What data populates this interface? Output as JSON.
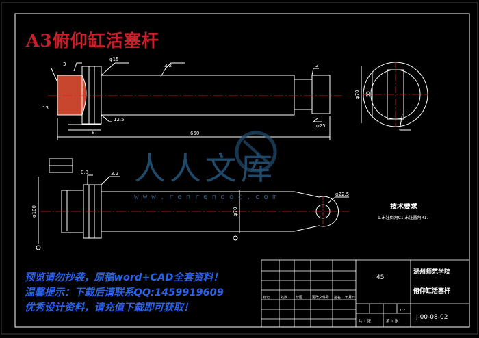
{
  "drawing": {
    "title": "A3俯仰缸活塞杆",
    "watermark": "人人文库",
    "watermark_url": "www.renrendoc.com",
    "dims": {
      "d650": "650",
      "phi15": "φ15",
      "phi70": "φ70",
      "d55": "55",
      "phi100": "φ100",
      "phi70b": "φ70",
      "phi25": "φ25",
      "phi225": "φ22.5",
      "d13": "13",
      "d8": "8",
      "d3": "3",
      "d32": "3.2",
      "d08": "0.8",
      "d125": "12.5",
      "d2": "2"
    },
    "tech": {
      "heading": "技术要求",
      "note": "1.未注倒角C1,未注圆角R1."
    },
    "title_block": {
      "school": "湖州师范学院",
      "part_name": "俯仰缸活塞杆",
      "material": "45",
      "drawing_no": "J-00-08-02",
      "sheet": "第 1 张",
      "sheets_total": "共 1 张",
      "scale": "1:2",
      "header_cells": [
        "标记",
        "处数",
        "分区",
        "更改文件号",
        "签名",
        "年月日"
      ]
    }
  },
  "promo": {
    "line1": "预览请勿抄袭，原稿word+CAD全套资料！",
    "line2": "温馨提示：下载后请联系QQ:1459919609",
    "line3": "优秀设计资料，请充值下载即可获取！"
  }
}
